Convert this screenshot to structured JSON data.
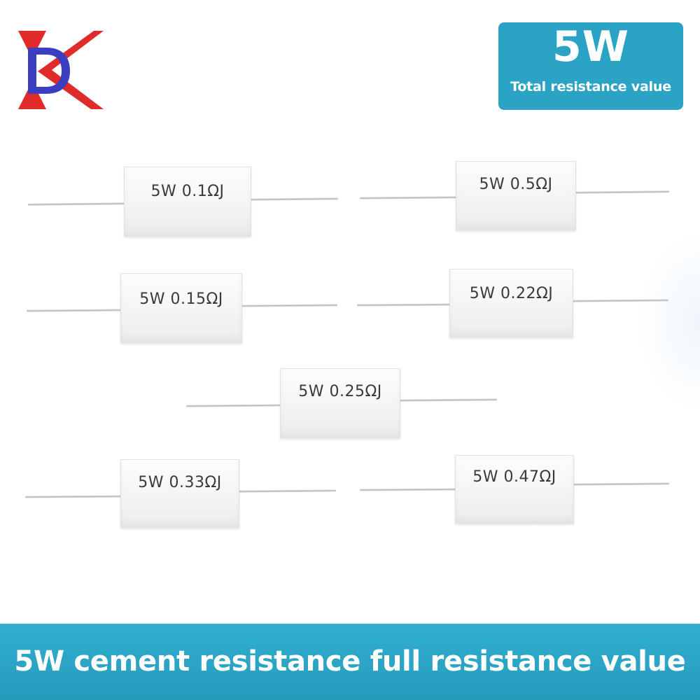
{
  "badge": {
    "power": "5W",
    "subtitle": "Total resistance value"
  },
  "resistors": [
    {
      "label": "5W 0.1ΩJ"
    },
    {
      "label": "5W 0.5ΩJ"
    },
    {
      "label": "5W 0.15ΩJ"
    },
    {
      "label": "5W 0.22ΩJ"
    },
    {
      "label": "5W 0.25ΩJ"
    },
    {
      "label": "5W 0.33ΩJ"
    },
    {
      "label": "5W 0.47ΩJ"
    }
  ],
  "banner": {
    "text": "5W cement resistance full resistance value"
  },
  "colors": {
    "accent": "#2aa3c4",
    "logo_red": "#e02b2b",
    "logo_blue": "#3b3fbf"
  },
  "icons": {
    "logo": "dk-logo-icon"
  }
}
